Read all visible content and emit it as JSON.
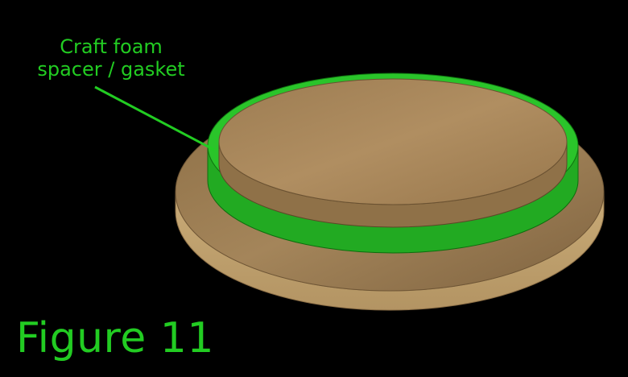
{
  "callout": {
    "line1": "Craft foam",
    "line2": "spacer / gasket"
  },
  "caption": "Figure 11",
  "colors": {
    "background": "#000000",
    "label_green": "#22cc22",
    "gasket_green": "#22b322",
    "wood_top": "#a07f55",
    "wood_side": "#c4a571"
  }
}
